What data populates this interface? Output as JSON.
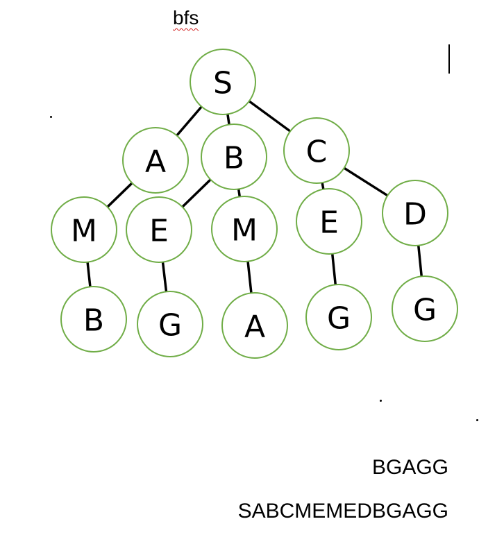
{
  "title": "bfs",
  "tree": {
    "nodes": [
      {
        "id": "S",
        "label": "S"
      },
      {
        "id": "A1",
        "label": "A"
      },
      {
        "id": "B1",
        "label": "B"
      },
      {
        "id": "C1",
        "label": "C"
      },
      {
        "id": "M1",
        "label": "M"
      },
      {
        "id": "E1",
        "label": "E"
      },
      {
        "id": "M2",
        "label": "M"
      },
      {
        "id": "E2",
        "label": "E"
      },
      {
        "id": "D1",
        "label": "D"
      },
      {
        "id": "B2",
        "label": "B"
      },
      {
        "id": "G1",
        "label": "G"
      },
      {
        "id": "A2",
        "label": "A"
      },
      {
        "id": "G2",
        "label": "G"
      },
      {
        "id": "G3",
        "label": "G"
      }
    ],
    "edges": [
      [
        "S",
        "A1"
      ],
      [
        "S",
        "B1"
      ],
      [
        "S",
        "C1"
      ],
      [
        "A1",
        "M1"
      ],
      [
        "B1",
        "E1"
      ],
      [
        "B1",
        "M2"
      ],
      [
        "C1",
        "E2"
      ],
      [
        "C1",
        "D1"
      ],
      [
        "M1",
        "B2"
      ],
      [
        "E1",
        "G1"
      ],
      [
        "M2",
        "A2"
      ],
      [
        "E2",
        "G2"
      ],
      [
        "D1",
        "G3"
      ]
    ]
  },
  "results": {
    "line1": "BGAGG",
    "line2": "SABCMEMEDBGAGG"
  }
}
